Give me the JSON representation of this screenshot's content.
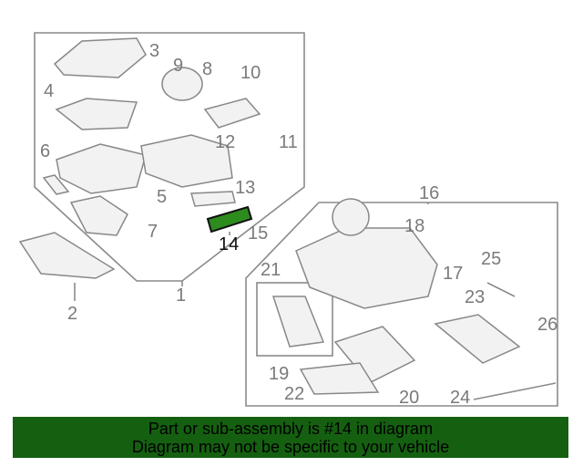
{
  "diagram": {
    "highlighted_part": "14",
    "highlight_color": "#2e8b1e",
    "callouts": {
      "p1": "1",
      "p2": "2",
      "p3": "3",
      "p4": "4",
      "p5": "5",
      "p6": "6",
      "p7": "7",
      "p8": "8",
      "p9": "9",
      "p10": "10",
      "p11": "11",
      "p12": "12",
      "p13": "13",
      "p14": "14",
      "p15": "15",
      "p16": "16",
      "p17": "17",
      "p18": "18",
      "p19": "19",
      "p20": "20",
      "p21": "21",
      "p22": "22",
      "p23": "23",
      "p24": "24",
      "p25": "25",
      "p26": "26"
    }
  },
  "banner": {
    "line1": "Part or sub-assembly is #14 in diagram",
    "line2": "Diagram may not be specific to your vehicle",
    "color": "#156010"
  }
}
